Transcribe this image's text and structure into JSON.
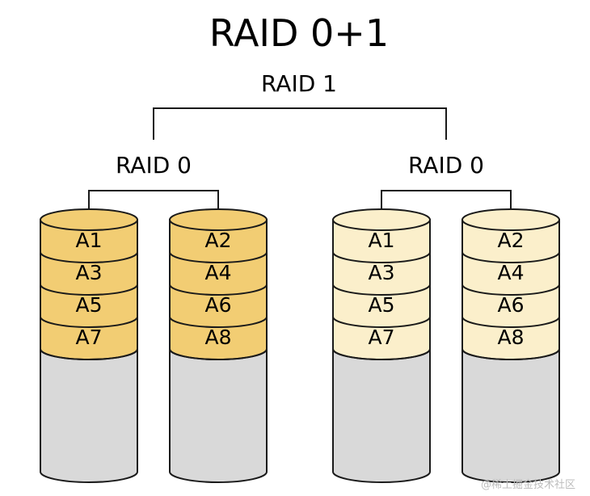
{
  "title": "RAID 0+1",
  "mirror_label": "RAID 1",
  "watermark": "@稀土掘金技术社区",
  "colors": {
    "group_left_fill": "#f2cd73",
    "group_right_fill": "#fbefcb",
    "empty_fill": "#d9d9d9",
    "stroke": "#1a1a1a"
  },
  "groups": [
    {
      "label": "RAID 0",
      "disks": [
        {
          "blocks": [
            "A1",
            "A3",
            "A5",
            "A7"
          ]
        },
        {
          "blocks": [
            "A2",
            "A4",
            "A6",
            "A8"
          ]
        }
      ]
    },
    {
      "label": "RAID 0",
      "disks": [
        {
          "blocks": [
            "A1",
            "A3",
            "A5",
            "A7"
          ]
        },
        {
          "blocks": [
            "A2",
            "A4",
            "A6",
            "A8"
          ]
        }
      ]
    }
  ]
}
